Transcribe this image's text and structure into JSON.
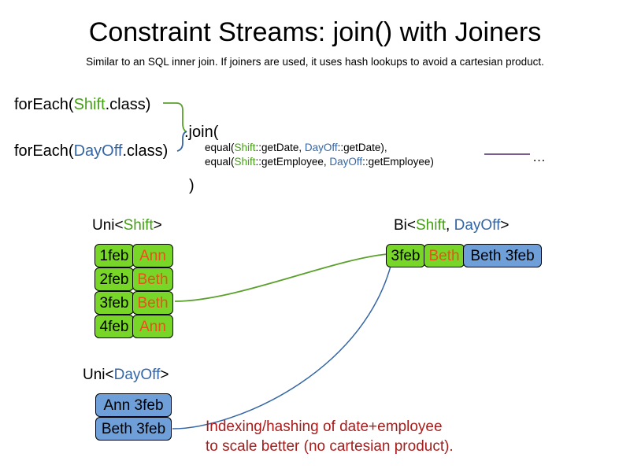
{
  "slide": {
    "title": "Constraint Streams: join() with Joiners",
    "subtitle": "Similar to an SQL inner join. If joiners are used, it uses hash lookups to avoid a cartesian product."
  },
  "code": {
    "foreach_shift": {
      "prefix": "forEach(",
      "type": "Shift",
      "suffix": ".class)"
    },
    "foreach_dayoff": {
      "prefix": "forEach(",
      "type": "DayOff",
      "suffix": ".class)"
    },
    "join_open": ".join(",
    "join_close": ")",
    "joiners": [
      {
        "prefix": "equal(",
        "left_type": "Shift",
        "left_ref": "::getDate, ",
        "right_type": "DayOff",
        "right_ref": "::getDate),",
        "full": "equal(Shift::getDate, DayOff::getDate),"
      },
      {
        "prefix": "equal(",
        "left_type": "Shift",
        "left_ref": "::getEmployee, ",
        "right_type": "DayOff",
        "right_ref": "::getEmployee)",
        "full": "equal(Shift::getEmployee, DayOff::getEmployee)"
      }
    ],
    "ellipsis": "…"
  },
  "streams": {
    "uni_shift": {
      "label_prefix": "Uni<",
      "label_type": "Shift",
      "label_suffix": ">",
      "rows": [
        {
          "date": "1feb",
          "employee": "Ann"
        },
        {
          "date": "2feb",
          "employee": "Beth"
        },
        {
          "date": "3feb",
          "employee": "Beth"
        },
        {
          "date": "4feb",
          "employee": "Ann"
        }
      ]
    },
    "uni_dayoff": {
      "label_prefix": "Uni<",
      "label_type": "DayOff",
      "label_suffix": ">",
      "rows": [
        {
          "text": "Ann 3feb"
        },
        {
          "text": "Beth 3feb"
        }
      ]
    },
    "bi": {
      "label_prefix": "Bi<",
      "label_type_a": "Shift",
      "label_separator": ", ",
      "label_type_b": "DayOff",
      "label_suffix": ">",
      "row": {
        "date": "3feb",
        "employee": "Beth",
        "dayoff": "Beth 3feb"
      }
    }
  },
  "annotation": {
    "line1": "Indexing/hashing of date+employee",
    "line2": "to scale better (no cartesian product)."
  },
  "colors": {
    "shift_green": "#44a014",
    "dayoff_blue": "#3465a4",
    "box_green": "#77d627",
    "box_blue": "#6f9fd8",
    "employee_orange": "#e8521a",
    "annotation_red": "#a81c1c",
    "rule_purple": "#7a5c8e",
    "connector_green": "#5aa02c",
    "connector_blue": "#3465a4"
  }
}
